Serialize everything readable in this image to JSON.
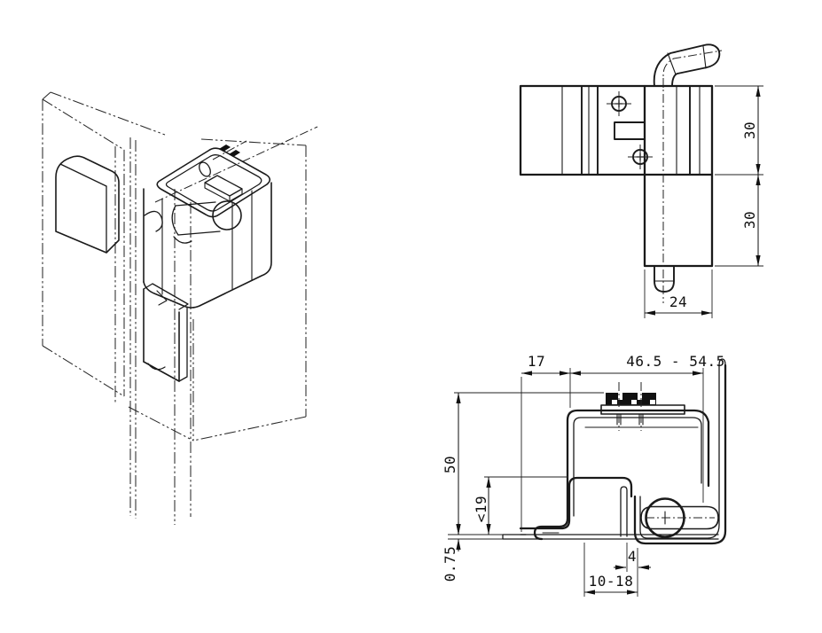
{
  "drawing": {
    "kind": "hinge-technical-drawing",
    "background": "#ffffff",
    "line_color": "#1a1a1a",
    "views": {
      "isometric": {},
      "front": {
        "dims": {
          "upper_height": "30",
          "lower_height": "30",
          "pin_body_width": "24"
        }
      },
      "section": {
        "dims": {
          "left_offset": "17",
          "grip_range": "46.5 - 54.5",
          "overall_height": "50",
          "inset_max": "<19",
          "sheet_thickness": "0.75",
          "gap_width": "4",
          "clamp_range": "10-18"
        }
      }
    }
  }
}
